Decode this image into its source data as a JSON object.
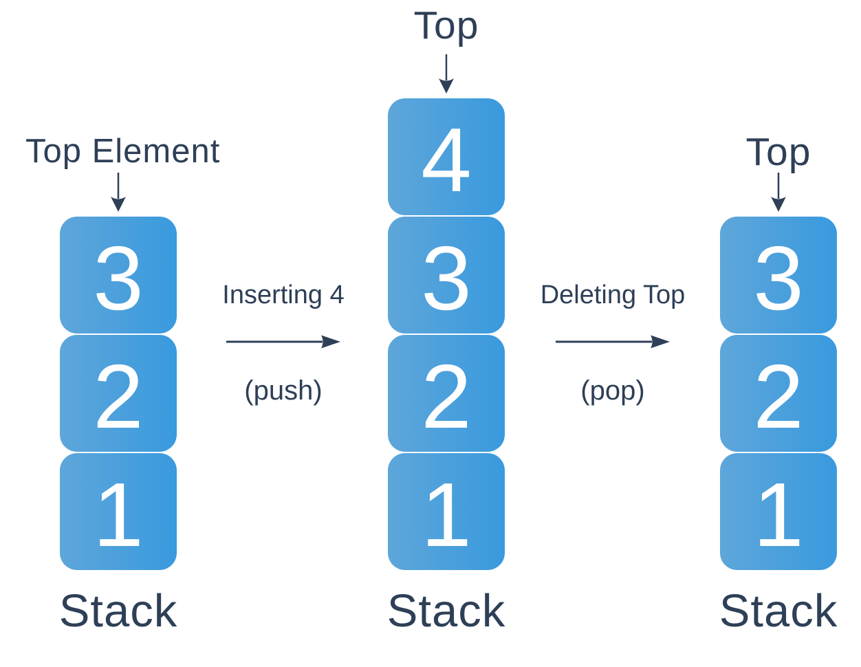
{
  "colors": {
    "text": "#2e3f57",
    "box_start": "#5ea6da",
    "box_end": "#399ade",
    "digit": "#ffffff",
    "background": "#ffffff"
  },
  "stacks": [
    {
      "name": "initial",
      "pointer_label": "Top Element",
      "items": [
        "3",
        "2",
        "1"
      ],
      "caption": "Stack"
    },
    {
      "name": "after_push",
      "pointer_label": "Top",
      "items": [
        "4",
        "3",
        "2",
        "1"
      ],
      "caption": "Stack"
    },
    {
      "name": "after_pop",
      "pointer_label": "Top",
      "items": [
        "3",
        "2",
        "1"
      ],
      "caption": "Stack"
    }
  ],
  "operations": [
    {
      "name": "push",
      "label": "Inserting 4",
      "sublabel": "(push)"
    },
    {
      "name": "pop",
      "label": "Deleting Top",
      "sublabel": "(pop)"
    }
  ]
}
